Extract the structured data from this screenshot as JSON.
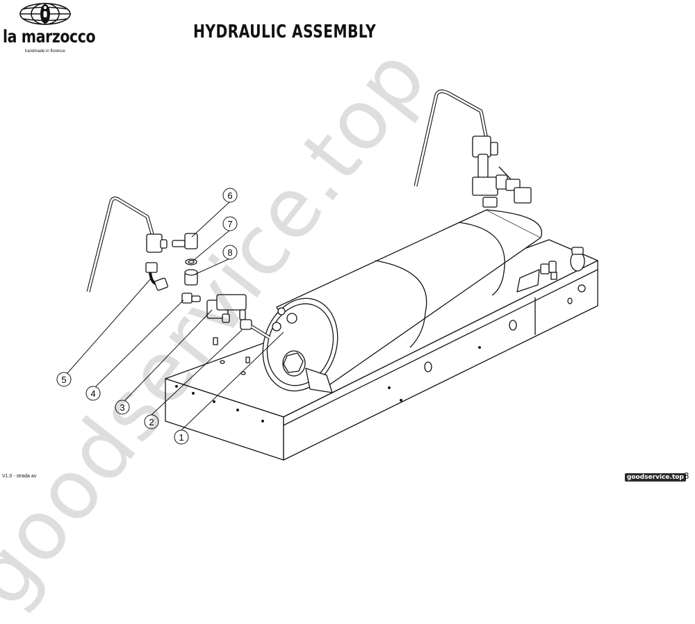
{
  "brand": {
    "name": "la marzocco",
    "tagline": "handmade in florence"
  },
  "title": "HYDRAULIC ASSEMBLY",
  "callouts": [
    "1",
    "2",
    "3",
    "4",
    "5",
    "6",
    "7",
    "8"
  ],
  "watermark": "goodservice.top",
  "footer": {
    "version": "V1.0 - strada av",
    "site_badge": "goodservice.top",
    "page_number": "8"
  }
}
